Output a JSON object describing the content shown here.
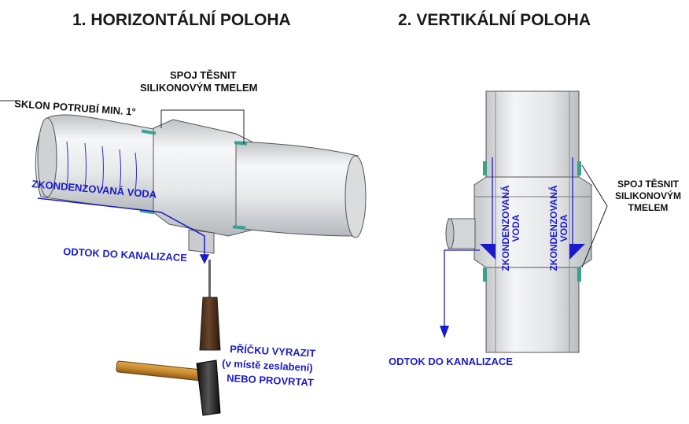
{
  "titles": {
    "horizontal": "1. HORIZONTÁLNÍ POLOHA",
    "vertical": "2. VERTIKÁLNÍ POLOHA"
  },
  "horizontal": {
    "seal_line1": "SPOJ TĚSNIT",
    "seal_line2": "SILIKONOVÝM TMELEM",
    "slope": "SKLON POTRUBÍ MIN. 1°",
    "condensed_water": "ZKONDENZOVANÁ VODA",
    "drain": "ODTOK DO KANALIZACE",
    "punch_line1": "PŘÍČKU VYRAZIT",
    "punch_line2": "(v místě zeslabení)",
    "punch_line3": "NEBO PROVRTAT"
  },
  "vertical": {
    "condensed_left_1": "ZKONDENZOVANÁ",
    "condensed_left_2": "VODA",
    "condensed_right_1": "ZKONDENZOVANÁ",
    "condensed_right_2": "VODA",
    "seal_line1": "SPOJ TĚSNIT",
    "seal_line2": "SILIKONOVÝM",
    "seal_line3": "TMELEM",
    "drain": "ODTOK DO KANALIZACE"
  },
  "colors": {
    "label_blue": "#1a1acc",
    "seal_green": "#3aa090",
    "pipe_gray": "#d8dadc"
  }
}
